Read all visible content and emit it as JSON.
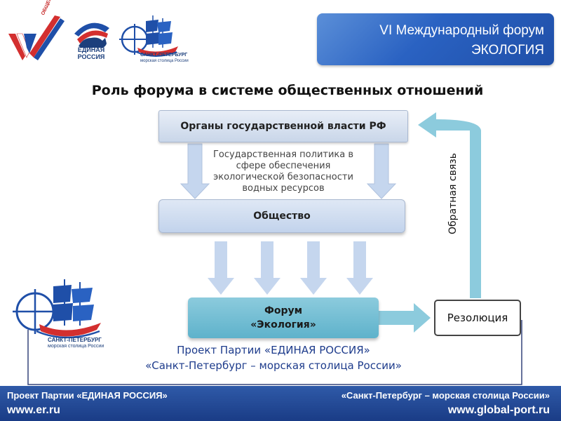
{
  "header": {
    "title_line1": "VI Международный форум",
    "title_line2": "ЭКОЛОГИЯ"
  },
  "logos": {
    "onf_text": "ОБЩЕРОССИЙСКИЙ НАРОДНЫЙ ФРОНТ",
    "er_text": "ЕДИНАЯ РОССИЯ",
    "spb_text": "САНКТ-ПЕТЕРБУРГ",
    "spb_subtext": "морская столица России"
  },
  "title": "Роль форума в системе общественных отношений",
  "diagram": {
    "gov_box": "Органы государственной власти РФ",
    "policy_text": "Государственная политика в сфере обеспечения экологической безопасности водных ресурсов",
    "society_box": "Общество",
    "forum_line1": "Форум",
    "forum_line2": "«Экология»",
    "resolution_box": "Резолюция",
    "feedback_label": "Обратная связь"
  },
  "project": {
    "line1": "Проект Партии «ЕДИНАЯ РОССИЯ»",
    "line2": "«Санкт-Петербург – морская столица России»"
  },
  "footer": {
    "left_top": "Проект Партии «ЕДИНАЯ РОССИЯ»",
    "left_bottom": "www.er.ru",
    "right_top": "«Санкт-Петербург – морская столица России»",
    "right_bottom": "www.global-port.ru"
  },
  "colors": {
    "accent_blue": "#2a62c2",
    "arrow_light": "#c5d6ee",
    "feedback_arrow": "#8ccbdd",
    "forum_fill": "#6dbad1",
    "footer_blue": "#1f4690"
  }
}
